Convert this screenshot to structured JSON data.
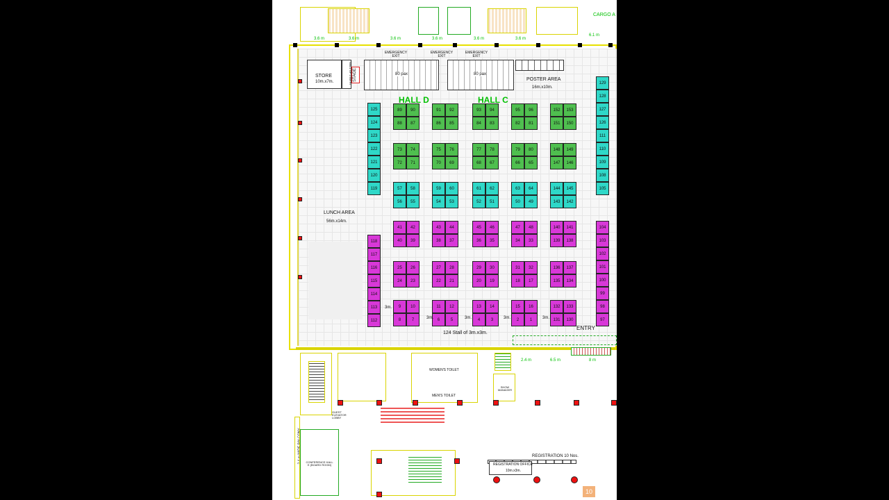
{
  "plan": {
    "cargo_label": "CARGO A",
    "top_dims": [
      "3.6 m",
      "3.6 m",
      "3.6 m",
      "3.6 m",
      "3.6 m",
      "3.6 m",
      "6.1 m"
    ],
    "emergency_exit": "EMERGENCY EXIT",
    "store": {
      "title": "STORE",
      "size": "10m.x7m."
    },
    "wall_text": "WALL OF 2.5M HT",
    "stage": "STAGE",
    "pax_1": "80 pax",
    "pax_2": "80 pax",
    "poster_area": {
      "title": "POSTER AREA",
      "size": "16m.x10m."
    },
    "hall_d": "HALL D",
    "hall_c": "HALL C",
    "lunch_area": {
      "title": "LUNCH AREA",
      "size": "56m.x14m."
    },
    "aisle_3m": "3m.",
    "stall_summary": "124 Stall of 3m.x3m.",
    "entry": "ENTRY",
    "bottom_dims": [
      "2.4 m",
      "6.5 m",
      "8 m"
    ],
    "womens_toilet": "WOMEN'S TOILET",
    "mens_toilet": "MEN'S TOILET",
    "show_manager": "SHOW MANAGER",
    "guest_elevator": "GUEST ELEVATOR LOBBY",
    "wide_balcony": "2.4 m WIDE BALCONY",
    "conference_hall": "CONFERENCE HALL E (BOARD ROOM)",
    "registration": "REGISTRATION 10 Nos.",
    "registration_office": {
      "title": "REGISTRATION OFFICE",
      "size": "10m.x3m."
    },
    "page_number": "10"
  },
  "booth_groups": [
    {
      "color": "g",
      "nums": [
        "89",
        "90",
        "88",
        "87"
      ]
    },
    {
      "color": "g",
      "nums": [
        "91",
        "92",
        "86",
        "85"
      ]
    },
    {
      "color": "g",
      "nums": [
        "93",
        "94",
        "84",
        "83"
      ]
    },
    {
      "color": "g",
      "nums": [
        "95",
        "96",
        "82",
        "81"
      ]
    },
    {
      "color": "g",
      "nums": [
        "152",
        "153",
        "151",
        "150"
      ]
    },
    {
      "color": "g",
      "nums": [
        "73",
        "74",
        "72",
        "71"
      ]
    },
    {
      "color": "g",
      "nums": [
        "75",
        "76",
        "70",
        "69"
      ]
    },
    {
      "color": "g",
      "nums": [
        "77",
        "78",
        "68",
        "67"
      ]
    },
    {
      "color": "g",
      "nums": [
        "79",
        "80",
        "66",
        "65"
      ]
    },
    {
      "color": "g",
      "nums": [
        "148",
        "149",
        "147",
        "146"
      ]
    },
    {
      "color": "c",
      "nums": [
        "57",
        "58",
        "56",
        "55"
      ]
    },
    {
      "color": "c",
      "nums": [
        "59",
        "60",
        "54",
        "53"
      ]
    },
    {
      "color": "c",
      "nums": [
        "61",
        "62",
        "52",
        "51"
      ]
    },
    {
      "color": "c",
      "nums": [
        "63",
        "64",
        "50",
        "49"
      ]
    },
    {
      "color": "c",
      "nums": [
        "144",
        "145",
        "143",
        "142"
      ]
    },
    {
      "color": "m",
      "nums": [
        "41",
        "42",
        "40",
        "39"
      ]
    },
    {
      "color": "m",
      "nums": [
        "43",
        "44",
        "38",
        "37"
      ]
    },
    {
      "color": "m",
      "nums": [
        "45",
        "46",
        "36",
        "35"
      ]
    },
    {
      "color": "m",
      "nums": [
        "47",
        "48",
        "34",
        "33"
      ]
    },
    {
      "color": "m",
      "nums": [
        "140",
        "141",
        "139",
        "138"
      ]
    },
    {
      "color": "m",
      "nums": [
        "25",
        "26",
        "24",
        "23"
      ]
    },
    {
      "color": "m",
      "nums": [
        "27",
        "28",
        "22",
        "21"
      ]
    },
    {
      "color": "m",
      "nums": [
        "29",
        "30",
        "20",
        "19"
      ]
    },
    {
      "color": "m",
      "nums": [
        "31",
        "32",
        "18",
        "17"
      ]
    },
    {
      "color": "m",
      "nums": [
        "136",
        "137",
        "135",
        "134"
      ]
    },
    {
      "color": "m",
      "nums": [
        "9",
        "10",
        "8",
        "7"
      ]
    },
    {
      "color": "m",
      "nums": [
        "11",
        "12",
        "6",
        "5"
      ]
    },
    {
      "color": "m",
      "nums": [
        "13",
        "14",
        "4",
        "3"
      ]
    },
    {
      "color": "m",
      "nums": [
        "15",
        "16",
        "2",
        "1"
      ]
    },
    {
      "color": "m",
      "nums": [
        "132",
        "133",
        "131",
        "130"
      ]
    }
  ],
  "left_column_cyan": [
    "125",
    "124",
    "123",
    "122",
    "121",
    "120",
    "119"
  ],
  "left_column_magenta": [
    "118",
    "117",
    "116",
    "115",
    "114",
    "113",
    "112"
  ],
  "right_column_cyan": [
    "129",
    "128",
    "127",
    "126",
    "111",
    "110",
    "109",
    "108",
    "105"
  ],
  "right_column_magenta": [
    "104",
    "103",
    "102",
    "101",
    "100",
    "99",
    "98",
    "97"
  ]
}
